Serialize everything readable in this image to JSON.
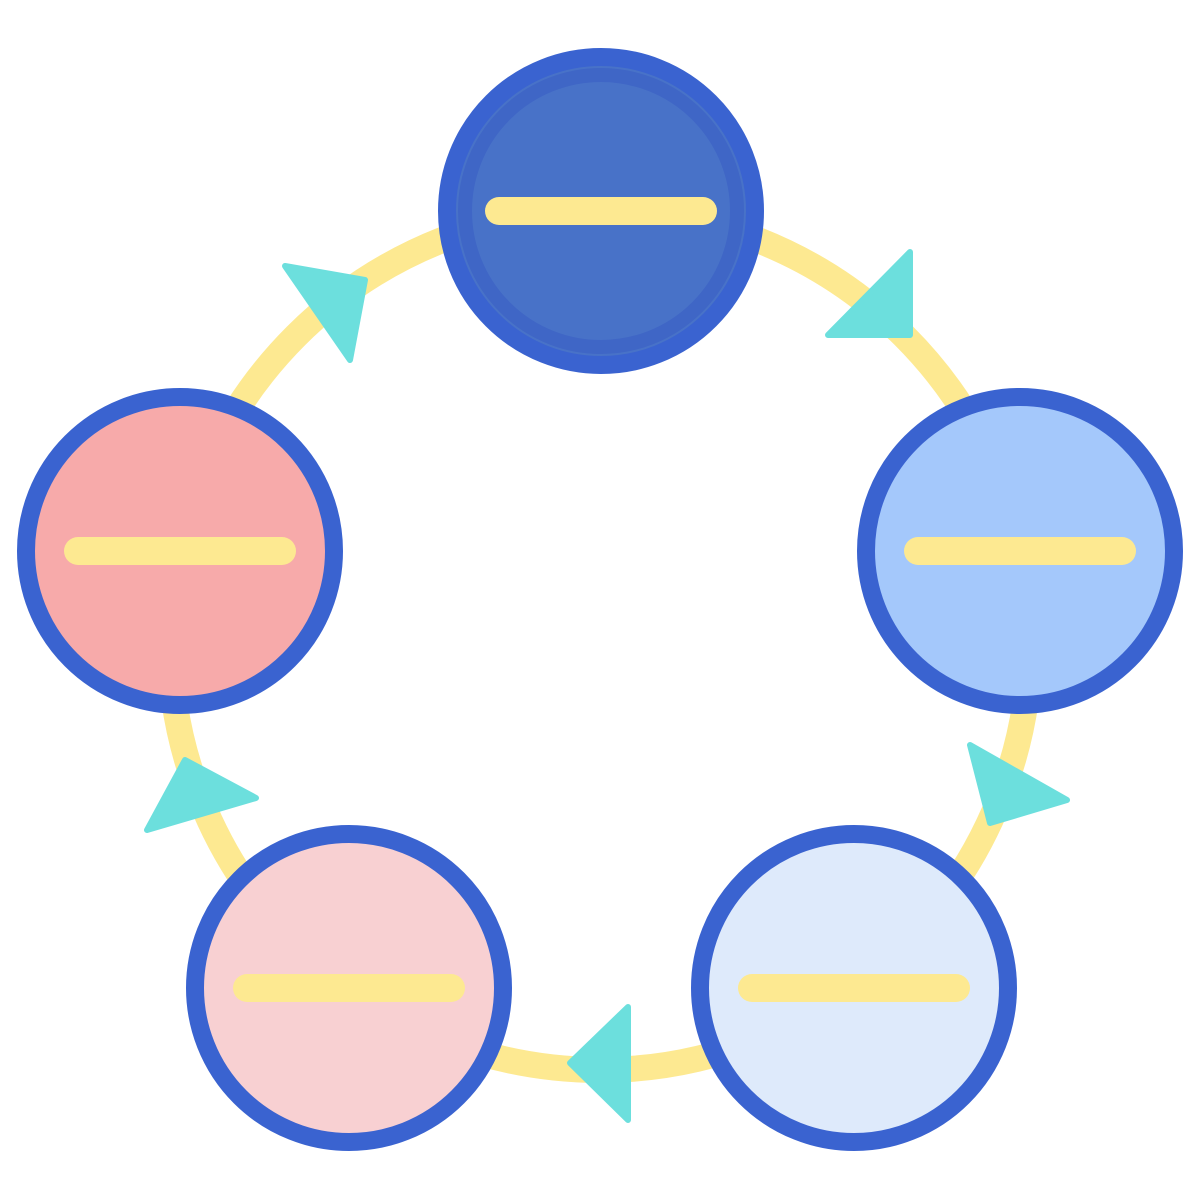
{
  "diagram": {
    "type": "cycle",
    "node_count": 5,
    "direction": "clockwise",
    "colors": {
      "ring": "#FDE991",
      "arrow": "#6CDFDD",
      "node_stroke": "#3A63D0",
      "node_bar": "#FDE991"
    },
    "nodes": [
      {
        "name": "node-top",
        "fill": "#4872C8",
        "icon": "minus-bar-icon"
      },
      {
        "name": "node-right",
        "fill": "#A4C8FB",
        "icon": "minus-bar-icon"
      },
      {
        "name": "node-bottom-right",
        "fill": "#DEEAFB",
        "icon": "minus-bar-icon"
      },
      {
        "name": "node-bottom-left",
        "fill": "#F8D0D2",
        "icon": "minus-bar-icon"
      },
      {
        "name": "node-left",
        "fill": "#F7AAAA",
        "icon": "minus-bar-icon"
      }
    ],
    "arrows": [
      "arrow-top-right",
      "arrow-right",
      "arrow-bottom",
      "arrow-left",
      "arrow-top-left"
    ]
  }
}
